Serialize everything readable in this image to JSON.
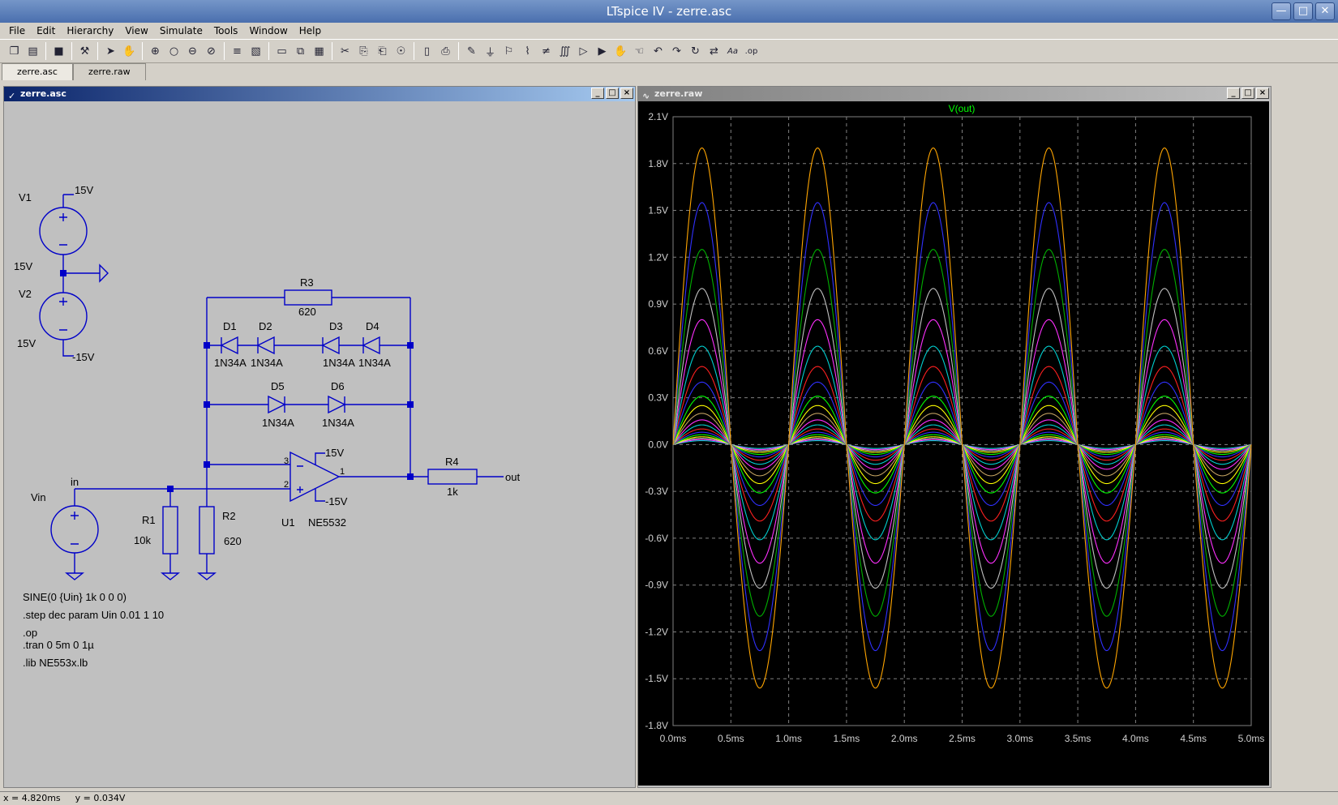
{
  "window": {
    "title": "LTspice IV - zerre.asc"
  },
  "menu": [
    "File",
    "Edit",
    "Hierarchy",
    "View",
    "Simulate",
    "Tools",
    "Window",
    "Help"
  ],
  "toolbar_icons": [
    "new-schematic-icon",
    "open-icon",
    "|",
    "save-icon",
    "|",
    "control-panel-icon",
    "|",
    "run-icon",
    "halt-icon",
    "|",
    "zoom-in-icon",
    "zoom-area-icon",
    "zoom-out-icon",
    "zoom-fit-icon",
    "|",
    "autorange-icon",
    "zoom-back-icon",
    "|",
    "tile-horizontal-icon",
    "cascade-icon",
    "tile-icon",
    "|",
    "cut-icon",
    "copy-icon",
    "paste-icon",
    "find-icon",
    "|",
    "page-setup-icon",
    "print-icon",
    "|",
    "wire-icon",
    "ground-icon",
    "label-icon",
    "resistor-icon",
    "capacitor-icon",
    "inductor-icon",
    "diode-icon",
    "component-icon",
    "move-icon",
    "drag-icon",
    "undo-icon",
    "redo-icon",
    "rotate-icon",
    "mirror-icon",
    "text-icon",
    "spice-directive-icon"
  ],
  "tabs": [
    {
      "label": "zerre.asc",
      "active": true
    },
    {
      "label": "zerre.raw",
      "active": false
    }
  ],
  "schematic": {
    "caption": "zerre.asc",
    "labels": {
      "v1": "V1",
      "v1_pos": "15V",
      "v1_val": "15V",
      "v2": "V2",
      "v2_val": "15V",
      "v2_neg": "-15V",
      "r3": "R3",
      "r3_val": "620",
      "d1": "D1",
      "d2": "D2",
      "d3": "D3",
      "d4": "D4",
      "d5": "D5",
      "d6": "D6",
      "diode_model": "1N34A",
      "op_pos_supply": "15V",
      "op_neg_supply": "-15V",
      "pin3": "3",
      "pin2": "2",
      "pin1": "1",
      "u1": "U1",
      "u1_model": "NE5532",
      "r4": "R4",
      "r4_val": "1k",
      "out": "out",
      "vin": "Vin",
      "in": "in",
      "r1": "R1",
      "r1_val": "10k",
      "r2": "R2",
      "r2_val": "620"
    },
    "directives": [
      "SINE(0 {Uin} 1k 0 0 0)",
      ".step dec param Uin 0.01 1 10",
      ".op",
      ".tran 0 5m 0 1µ",
      ".lib NE553x.lb"
    ]
  },
  "waveform": {
    "caption": "zerre.raw",
    "trace_label": "V(out)",
    "trace_color": "#00ff00",
    "background": "#000000"
  },
  "chart_data": {
    "type": "line",
    "title": "V(out)",
    "xlabel": "",
    "ylabel": "",
    "xlim": [
      0,
      5.0
    ],
    "x_unit": "ms",
    "ylim": [
      -1.8,
      2.1
    ],
    "y_unit": "V",
    "xticks": [
      "0.0ms",
      "0.5ms",
      "1.0ms",
      "1.5ms",
      "2.0ms",
      "2.5ms",
      "3.0ms",
      "3.5ms",
      "4.0ms",
      "4.5ms",
      "5.0ms"
    ],
    "yticks": [
      "2.1V",
      "1.8V",
      "1.5V",
      "1.2V",
      "0.9V",
      "0.6V",
      "0.3V",
      "0.0V",
      "-0.3V",
      "-0.6V",
      "-0.9V",
      "-1.2V",
      "-1.5V",
      "-1.8V"
    ],
    "grid": true,
    "frequency_khz": 1,
    "series": [
      {
        "color": "#ffa500",
        "peak_pos": 1.9,
        "peak_neg": -1.56
      },
      {
        "color": "#3030ff",
        "peak_pos": 1.55,
        "peak_neg": -1.32
      },
      {
        "color": "#00b000",
        "peak_pos": 1.25,
        "peak_neg": -1.1
      },
      {
        "color": "#c0c0c0",
        "peak_pos": 1.0,
        "peak_neg": -0.92
      },
      {
        "color": "#ff30ff",
        "peak_pos": 0.8,
        "peak_neg": -0.76
      },
      {
        "color": "#00d0d0",
        "peak_pos": 0.63,
        "peak_neg": -0.61
      },
      {
        "color": "#ff2020",
        "peak_pos": 0.5,
        "peak_neg": -0.49
      },
      {
        "color": "#3030ff",
        "peak_pos": 0.4,
        "peak_neg": -0.39
      },
      {
        "color": "#00ff00",
        "peak_pos": 0.31,
        "peak_neg": -0.31
      },
      {
        "color": "#ffff00",
        "peak_pos": 0.25,
        "peak_neg": -0.25
      },
      {
        "color": "#c0a060",
        "peak_pos": 0.2,
        "peak_neg": -0.2
      },
      {
        "color": "#ff30ff",
        "peak_pos": 0.158,
        "peak_neg": -0.158
      },
      {
        "color": "#00d0d0",
        "peak_pos": 0.126,
        "peak_neg": -0.126
      },
      {
        "color": "#ff2020",
        "peak_pos": 0.1,
        "peak_neg": -0.1
      },
      {
        "color": "#3030ff",
        "peak_pos": 0.079,
        "peak_neg": -0.079
      },
      {
        "color": "#00ff00",
        "peak_pos": 0.063,
        "peak_neg": -0.063
      },
      {
        "color": "#ffff00",
        "peak_pos": 0.05,
        "peak_neg": -0.05
      },
      {
        "color": "#c0c0c0",
        "peak_pos": 0.04,
        "peak_neg": -0.04
      },
      {
        "color": "#ff30ff",
        "peak_pos": 0.032,
        "peak_neg": -0.032
      },
      {
        "color": "#00d0d0",
        "peak_pos": 0.025,
        "peak_neg": -0.025
      }
    ]
  },
  "status": {
    "x": "x = 4.820ms",
    "y": "y = 0.034V"
  }
}
